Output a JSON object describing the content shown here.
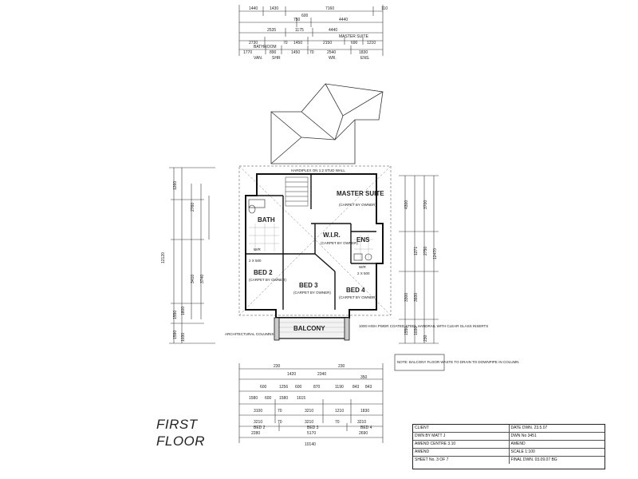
{
  "floor_label": {
    "line1": "FIRST",
    "line2": "FLOOR"
  },
  "rooms": {
    "master_suite": "MASTER SUITE",
    "master_carpet": "(CARPET BY OWNER)",
    "bath": "BATH",
    "wir": "W.I.R.",
    "wir_carpet": "(CARPET BY OWNER)",
    "ens": "ENS",
    "bed2": "BED 2",
    "bed2_carpet": "(CARPET BY OWNER)",
    "bed3": "BED 3",
    "bed3_carpet": "(CARPET BY OWNER)",
    "bed4": "BED 4",
    "bed4_carpet": "(CARPET BY OWNER)",
    "balcony": "BALCONY",
    "wr_left": "W/R",
    "wr_right": "W/R"
  },
  "notes": {
    "hardiplex": "HARDIPLEX ON 1:2 STUD WALL",
    "architectural_columns": "ARCHITECTURAL COLUMNS",
    "handrail": "1000 HIGH PWDR COATED STEEL HANDRAIL WITH CLEAR GLASS INSERTS",
    "balcony_note": "NOTE: BALCONY FLOOR WASTE TO DRAIN TO DOWNPIPE IN COLUMN",
    "window_2x500_left": "2 X 500",
    "window_2x500_right": "2 X 500"
  },
  "dims_top": {
    "row1": [
      "1440",
      "1430",
      "7160",
      "110"
    ],
    "row2": [
      "750",
      "600",
      "4440"
    ],
    "row3": [
      "2535",
      "1175",
      "4440"
    ],
    "row4": [
      "2730",
      "70",
      "1450",
      "2150",
      "690",
      "1210"
    ],
    "row5": [
      "1770",
      "890",
      "1450",
      "70",
      "2540",
      "1830"
    ],
    "labels": [
      "BATHROOM",
      "VAN.",
      "SHR",
      "WR.",
      "ENS.",
      "MASTER SUITE"
    ]
  },
  "dims_bottom": {
    "row1": [
      "230",
      "1420",
      "2340",
      "230",
      "350"
    ],
    "row2": [
      "600",
      "1256",
      "600",
      "870",
      "1190",
      "843",
      "843"
    ],
    "row3": [
      "1580",
      "600",
      "1580",
      "1615"
    ],
    "row4": [
      "3100",
      "70",
      "3210",
      "1210",
      "1830"
    ],
    "row5": [
      "3210",
      "70",
      "3210",
      "70",
      "3210"
    ],
    "row6": [
      "2280",
      "5170",
      "2690"
    ],
    "row7": [
      "10140"
    ],
    "labels": [
      "BED 2",
      "BED 3",
      "BED 4"
    ]
  },
  "dims_left": [
    "1260",
    "2760",
    "3410",
    "3740",
    "1550",
    "1800",
    "12120",
    "1590",
    "1030"
  ],
  "dims_right": [
    "3700",
    "4300",
    "1271",
    "2750",
    "12470",
    "3300",
    "3930",
    "1550",
    "1030",
    "230"
  ],
  "title_block": {
    "client": "CLIENT",
    "date_drawn": "DATE DWN. 23.5.07",
    "drawn_by": "DWN BY MATT J",
    "drawing_no": "DWN No 3451",
    "amend1": "AMEND",
    "amend1_detail": "CENTRE 3.10",
    "amend2": "AMEND",
    "amend3": "AMEND",
    "scale": "SCALE 1:100",
    "sheet": "SHEET No. 3 OF 7",
    "final": "FINAL DWN. 03.09.07 BG"
  }
}
